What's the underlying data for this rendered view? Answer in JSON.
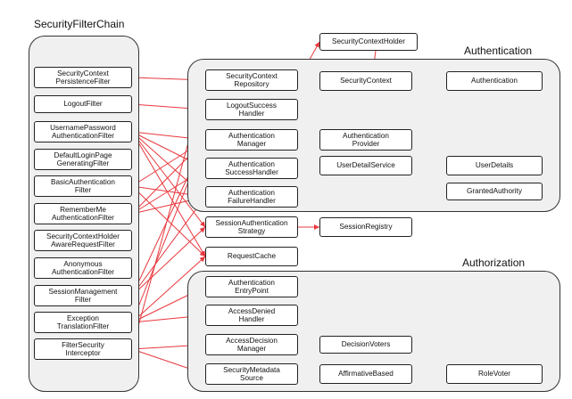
{
  "colors": {
    "arrow": "#e8383d",
    "flow": "#1f8fd0",
    "panel": "#f0f0f0",
    "border": "#222222"
  },
  "titles": {
    "chain": "SecurityFilterChain",
    "authentication": "Authentication",
    "authorization": "Authorization"
  },
  "filters": [
    "SecurityContext\nPersistenceFilter",
    "LogoutFilter",
    "UsernamePassword\nAuthenticationFilter",
    "DefaultLoginPage\nGeneratingFilter",
    "BasicAuthentication\nFilter",
    "RememberMe\nAuthenticationFilter",
    "SecurityContextHolder\nAwareRequestFilter",
    "Anonymous\nAuthenticationFilter",
    "SessionManagement\nFilter",
    "Exception\nTranslationFilter",
    "FilterSecurity\nInterceptor"
  ],
  "components": {
    "scr": "SecurityContext\nRepository",
    "lsh": "LogoutSuccess\nHandler",
    "am": "Authentication\nManager",
    "ash": "Authentication\nSuccessHandler",
    "afh": "Authentication\nFailureHandler",
    "sas": "SessionAuthentication\nStrategy",
    "rc": "RequestCache",
    "aep": "Authentication\nEntryPoint",
    "adh": "AccessDenied\nHandler",
    "adm": "AccessDecision\nManager",
    "smds": "SecurityMetadata\nSource",
    "sch": "SecurityContextHolder",
    "sc": "SecurityContext",
    "auth": "Authentication",
    "ap": "Authentication\nProvider",
    "uds": "UserDetailService",
    "ud": "UserDetails",
    "ga": "GrantedAuthority",
    "sr": "SessionRegistry",
    "dv": "DecisionVoters",
    "ab": "AffirmativeBased",
    "rv": "RoleVoter"
  },
  "connections": [
    [
      "f0",
      "scr"
    ],
    [
      "f1",
      "lsh"
    ],
    [
      "f2",
      "am"
    ],
    [
      "f2",
      "ash"
    ],
    [
      "f2",
      "afh"
    ],
    [
      "f2",
      "sas"
    ],
    [
      "f2",
      "rc"
    ],
    [
      "f4",
      "am"
    ],
    [
      "f4",
      "afh"
    ],
    [
      "f4",
      "rc"
    ],
    [
      "f5",
      "am"
    ],
    [
      "f5",
      "ash"
    ],
    [
      "f5",
      "afh"
    ],
    [
      "f8",
      "am"
    ],
    [
      "f8",
      "sas"
    ],
    [
      "f8",
      "afh"
    ],
    [
      "f9",
      "am"
    ],
    [
      "f9",
      "rc"
    ],
    [
      "f9",
      "aep"
    ],
    [
      "f9",
      "adh"
    ],
    [
      "f10",
      "scr"
    ],
    [
      "f10",
      "adm"
    ],
    [
      "f10",
      "smds"
    ],
    [
      "scr",
      "sch"
    ],
    [
      "sch",
      "sc"
    ],
    [
      "sc",
      "auth"
    ],
    [
      "am",
      "ap"
    ],
    [
      "uds",
      "ud"
    ],
    [
      "sas",
      "sr"
    ],
    [
      "adm",
      "dv"
    ],
    [
      "ab",
      "rv"
    ]
  ]
}
